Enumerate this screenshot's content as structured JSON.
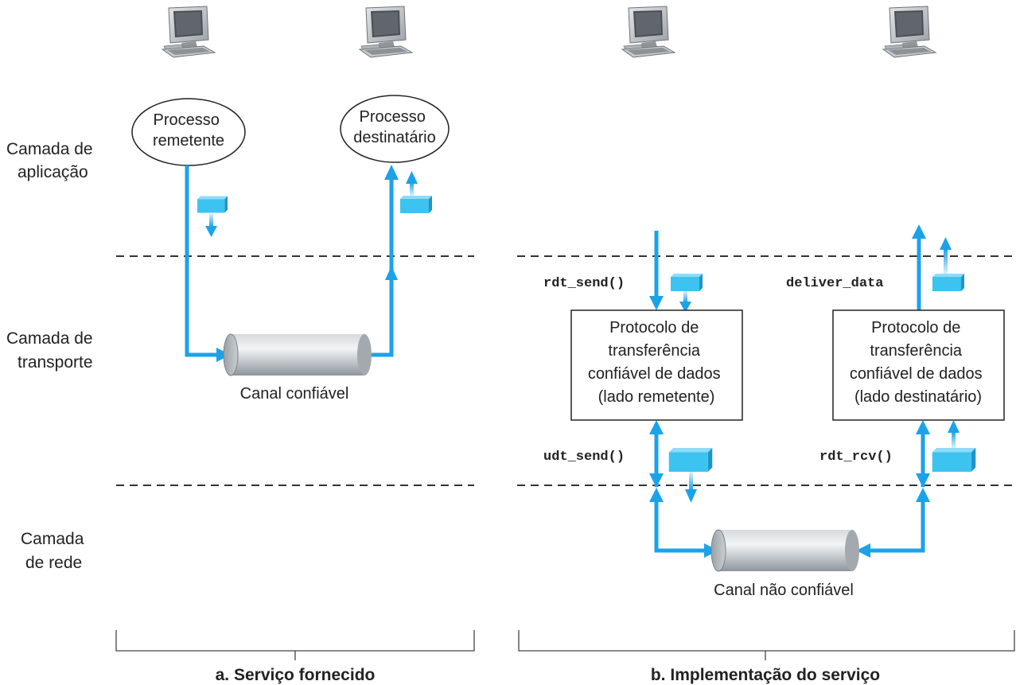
{
  "layers": {
    "application": [
      "Camada de",
      "aplicação"
    ],
    "transport": [
      "Camada de",
      "transporte"
    ],
    "network": [
      "Camada",
      "de rede"
    ]
  },
  "panel_a": {
    "sender_process": [
      "Processo",
      "remetente"
    ],
    "receiver_process": [
      "Processo",
      "destinatário"
    ],
    "channel_label": "Canal confiável",
    "caption": "a. Serviço fornecido"
  },
  "panel_b": {
    "rdt_send": "rdt_send()",
    "deliver_data": "deliver_data",
    "udt_send": "udt_send()",
    "rdt_rcv": "rdt_rcv()",
    "sender_box": [
      "Protocolo de",
      "transferência",
      "confiável de dados",
      "(lado remetente)"
    ],
    "receiver_box": [
      "Protocolo de",
      "transferência",
      "confiável de dados",
      "(lado destinatário)"
    ],
    "channel_label": "Canal não confiável",
    "caption": "b. Implementação do serviço"
  },
  "colors": {
    "arrow": "#1aa3e8",
    "packet": "#3cc3f0",
    "packet_dark": "#1e95c8",
    "channel": "#b8bec4"
  }
}
